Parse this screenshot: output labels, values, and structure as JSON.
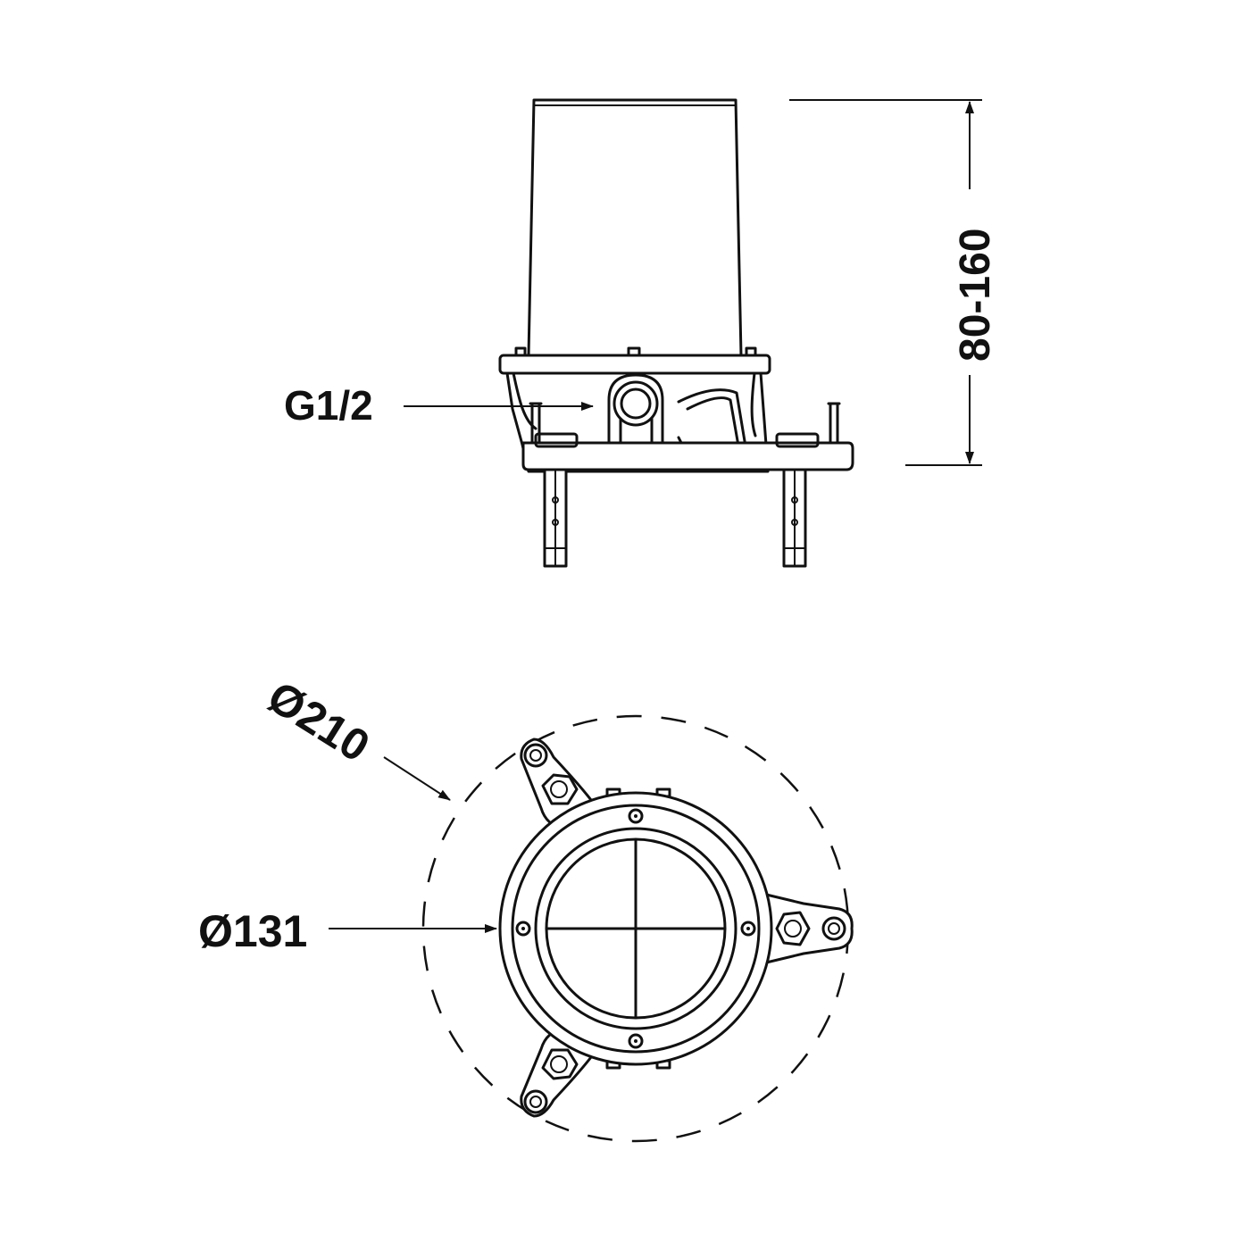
{
  "labels": {
    "inlet_thread": "G1/2",
    "height_range": "80-160",
    "outer_diameter": "Ø210",
    "body_diameter": "Ø131"
  },
  "colors": {
    "ink": "#111111",
    "background": "#ffffff"
  }
}
